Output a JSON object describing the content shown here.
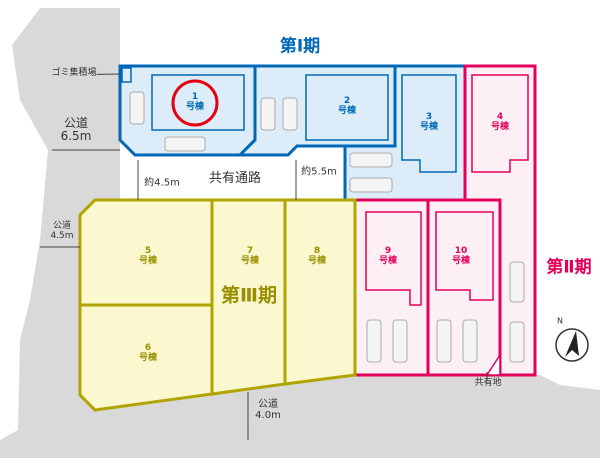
{
  "phases": {
    "phase1": {
      "label": "第Ⅰ期",
      "color": "#0068b7"
    },
    "phase2": {
      "label": "第Ⅱ期",
      "color": "#e4005a"
    },
    "phase3": {
      "label": "第Ⅲ期",
      "color": "#a89c00"
    }
  },
  "lots": [
    {
      "num": "1",
      "suffix": "号棟"
    },
    {
      "num": "2",
      "suffix": "号棟"
    },
    {
      "num": "3",
      "suffix": "号棟"
    },
    {
      "num": "4",
      "suffix": "号棟"
    },
    {
      "num": "5",
      "suffix": "号棟"
    },
    {
      "num": "6",
      "suffix": "号棟"
    },
    {
      "num": "7",
      "suffix": "号棟"
    },
    {
      "num": "8",
      "suffix": "号棟"
    },
    {
      "num": "9",
      "suffix": "号棟"
    },
    {
      "num": "10",
      "suffix": "号棟"
    }
  ],
  "labels": {
    "garbage": "ゴミ集積場",
    "road_top_name": "公道",
    "road_top_width": "6.5m",
    "road_left_name": "公道",
    "road_left_width": "4.5m",
    "road_bottom_name": "公道",
    "road_bottom_width": "4.0m",
    "shared_path": "共有通路",
    "path_width_1": "約4.5m",
    "path_width_2": "約5.5m",
    "shared_land": "共有地",
    "north": "N"
  }
}
